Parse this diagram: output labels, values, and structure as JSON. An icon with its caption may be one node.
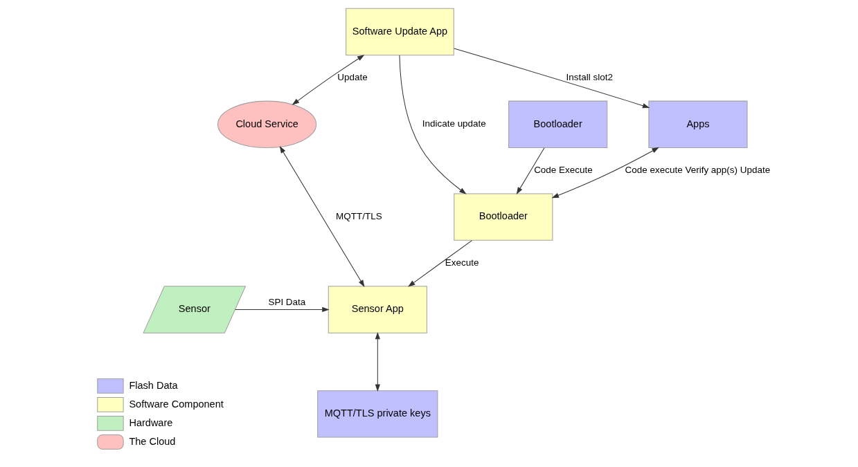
{
  "diagram": {
    "nodes": [
      {
        "text": [
          "Apps"
        ]
      },
      {
        "text": [
          "Bootloader"
        ]
      },
      {
        "text": [
          "Cloud Service"
        ]
      },
      {
        "text": [
          "Software Update App"
        ]
      },
      {
        "text": [
          "Bootloader"
        ]
      },
      {
        "text": [
          "Sensor App"
        ]
      },
      {
        "text": [
          "Sensor"
        ]
      },
      {
        "text": [
          "MQTT/TLS private keys"
        ]
      }
    ],
    "edges": [
      {
        "from": 1,
        "to": 4,
        "arrow": "to",
        "label": "Code Execute"
      },
      {
        "from": 4,
        "to": 0,
        "arrow": "both",
        "label": "Code execute Verify app(s) Update"
      },
      {
        "from": 3,
        "to": 0,
        "arrow": "to",
        "label": "Install slot2"
      },
      {
        "from": 3,
        "to": 2,
        "arrow": "both",
        "label": "Update"
      },
      {
        "from": 3,
        "to": 4,
        "arrow": "to",
        "label": "Indicate update"
      },
      {
        "from": 5,
        "to": 2,
        "arrow": "both",
        "label": "MQTT/TLS"
      },
      {
        "from": 4,
        "to": 5,
        "arrow": "to",
        "label": "Execute"
      },
      {
        "from": 6,
        "to": 5,
        "arrow": "to",
        "label": "SPI Data"
      },
      {
        "from": 5,
        "to": 7,
        "arrow": "both"
      }
    ],
    "legend": [
      {
        "text": "Flash Data",
        "color": "#c0c0ff"
      },
      {
        "text": "Software Component",
        "color": "#ffffc0"
      },
      {
        "text": "Hardware",
        "color": "#c0f0c0"
      },
      {
        "text": "The Cloud",
        "color": "#ffc0c0"
      }
    ]
  }
}
